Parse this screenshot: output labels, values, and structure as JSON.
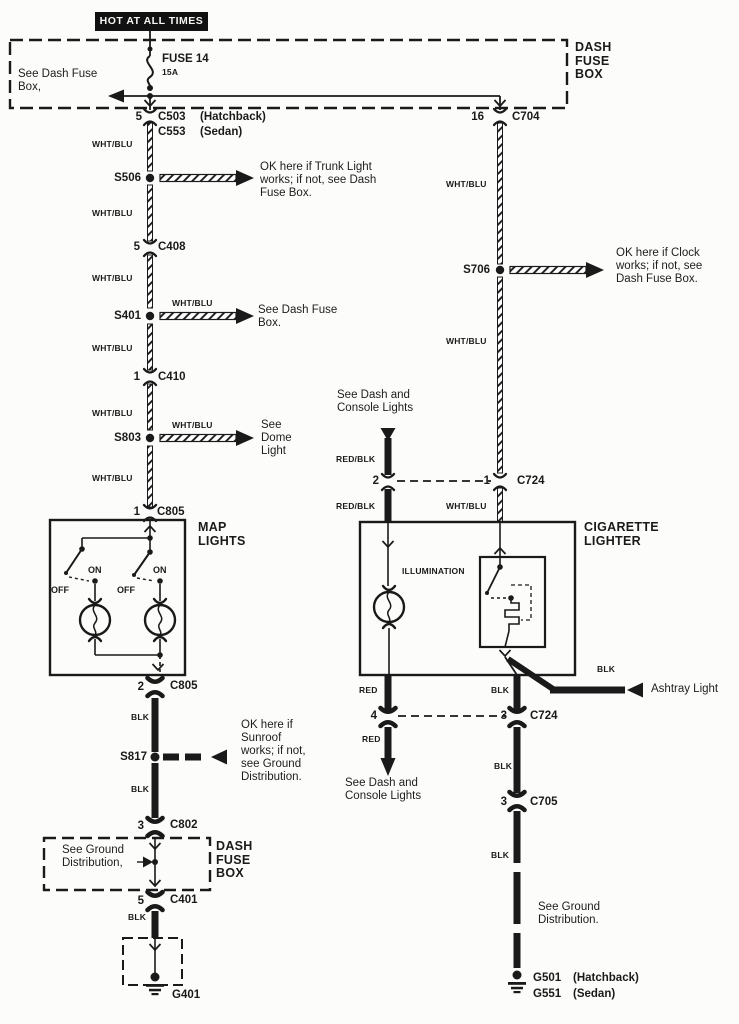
{
  "banner": "HOT AT ALL TIMES",
  "fuse": {
    "name": "FUSE 14",
    "rating": "15A"
  },
  "wire_colors": {
    "wht_blu": "WHT/BLU",
    "blk": "BLK",
    "red_blk": "RED/BLK",
    "red": "RED"
  },
  "dash_fuse_box_top": {
    "title": [
      "DASH",
      "FUSE",
      "BOX"
    ],
    "note": [
      "See Dash Fuse",
      "Box,"
    ]
  },
  "dash_fuse_box_bottom": {
    "title": [
      "DASH",
      "FUSE",
      "BOX"
    ],
    "note": [
      "See Ground",
      "Distribution,"
    ]
  },
  "map_lights": {
    "title": [
      "MAP",
      "LIGHTS"
    ],
    "on": "ON",
    "off": "OFF"
  },
  "cigarette_lighter": {
    "title": [
      "CIGARETTE",
      "LIGHTER"
    ],
    "illumination": "ILLUMINATION"
  },
  "connectors": {
    "c503": {
      "pin": "5",
      "label": "C503",
      "variant": "(Hatchback)"
    },
    "c553": {
      "label": "C553",
      "variant": "(Sedan)"
    },
    "c704": {
      "pin": "16",
      "label": "C704"
    },
    "c408": {
      "pin": "5",
      "label": "C408"
    },
    "c410": {
      "pin": "1",
      "label": "C410"
    },
    "c805_in": {
      "pin": "1",
      "label": "C805"
    },
    "c805_out": {
      "pin": "2",
      "label": "C805"
    },
    "c802": {
      "pin": "3",
      "label": "C802"
    },
    "c401": {
      "pin": "5",
      "label": "C401"
    },
    "c724_top": {
      "pin_left": "2",
      "pin_right": "1",
      "label": "C724"
    },
    "c724_bottom": {
      "pin_left": "4",
      "pin_right": "3",
      "label": "C724"
    },
    "c705": {
      "pin": "3",
      "label": "C705"
    }
  },
  "splices": {
    "s506": {
      "label": "S506",
      "note": [
        "OK here if Trunk Light",
        "works; if not, see Dash",
        "Fuse Box."
      ]
    },
    "s401": {
      "label": "S401",
      "arrow_wire": "WHT/BLU",
      "note": [
        "See Dash Fuse",
        "Box."
      ]
    },
    "s803": {
      "label": "S803",
      "arrow_wire": "WHT/BLU",
      "note": [
        "See",
        "Dome",
        "Light"
      ]
    },
    "s706": {
      "label": "S706",
      "note": [
        "OK here if Clock",
        "works; if not, see",
        "Dash Fuse Box."
      ]
    },
    "s817": {
      "label": "S817",
      "note": [
        "OK here if",
        "Sunroof",
        "works; if not,",
        "see Ground",
        "Distribution."
      ]
    }
  },
  "grounds": {
    "g401": {
      "label": "G401"
    },
    "g501": {
      "label": "G501",
      "variant": "(Hatchback)"
    },
    "g551": {
      "label": "G551",
      "variant": "(Sedan)"
    }
  },
  "offpage": {
    "dash_console": [
      "See Dash and",
      "Console Lights"
    ],
    "ground_distribution": [
      "See Ground",
      "Distribution."
    ],
    "ashtray": "Ashtray Light"
  }
}
